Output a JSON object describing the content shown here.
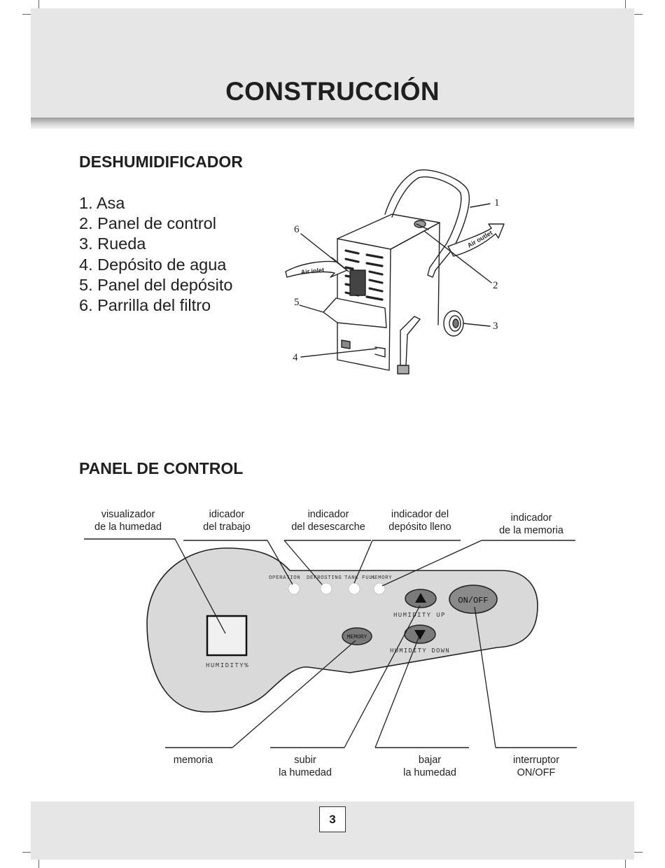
{
  "header": {
    "title": "CONSTRUCCIÓN"
  },
  "dehumidifier_section": {
    "title": "DESHUMIDIFICADOR",
    "parts": [
      "1. Asa",
      "2. Panel de control",
      "3. Rueda",
      "4. Depósito de agua",
      "5. Panel del depósito",
      "6. Parrilla del filtro"
    ],
    "illustration": {
      "air_inlet_label": "Air inlet",
      "air_outlet_label": "Air outlet",
      "callouts": [
        "1",
        "2",
        "3",
        "4",
        "5",
        "6"
      ]
    }
  },
  "control_panel_section": {
    "title": "PANEL DE CONTROL",
    "panel_labels": {
      "operation": "OPERATION",
      "defrosting": "DEFROSTING",
      "tank_full": "TANK FULL",
      "memory_led": "MEMORY",
      "humidity": "HUMIDITY%",
      "memory_button": "MEMORY",
      "on_off_button": "ON/OFF",
      "humidity_up": "HUMIDITY UP",
      "humidity_down": "HUMIDITY DOWN"
    },
    "top_captions": [
      {
        "line1": "visualizador",
        "line2": "de la humedad"
      },
      {
        "line1": "idicador",
        "line2": "del trabajo"
      },
      {
        "line1": "indicador",
        "line2": "del desescarche"
      },
      {
        "line1": "indicador del",
        "line2": "depósito lleno"
      },
      {
        "line1": "indicador",
        "line2": "de la memoria"
      }
    ],
    "bottom_captions": [
      {
        "line1": "memoria",
        "line2": ""
      },
      {
        "line1": "subir",
        "line2": "la humedad"
      },
      {
        "line1": "bajar",
        "line2": "la humedad"
      },
      {
        "line1": "interruptor",
        "line2": "ON/OFF"
      }
    ]
  },
  "footer": {
    "page_number": "3"
  }
}
